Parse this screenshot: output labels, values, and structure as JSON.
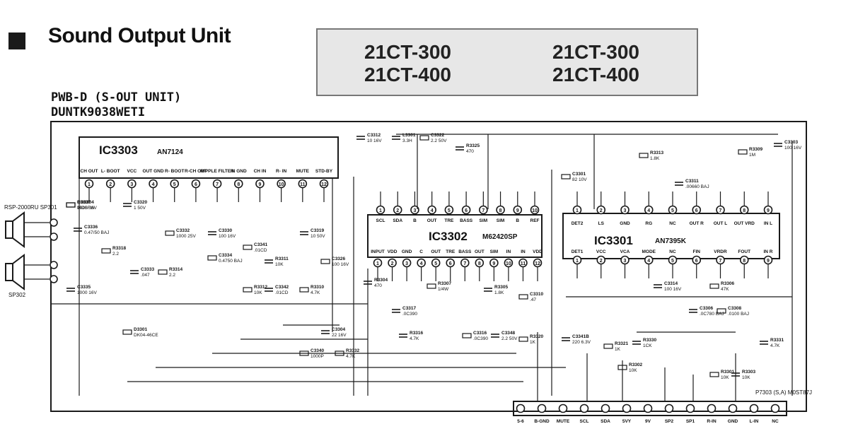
{
  "header": {
    "title": "Sound Output Unit",
    "models_left": [
      "21CT-300",
      "21CT-400"
    ],
    "models_right": [
      "21CT-300",
      "21CT-400"
    ]
  },
  "board": {
    "pwb_line1": "PWB-D (S-OUT UNIT)",
    "pwb_line2": "DUNTK9038WETI"
  },
  "ics": {
    "ic3303": {
      "name": "IC3303",
      "part": "AN7124"
    },
    "ic3302": {
      "name": "IC3302",
      "part": "M62420SP"
    },
    "ic3301": {
      "name": "IC3301",
      "part": "AN7395K"
    }
  },
  "ic3303_pins": [
    "CH OUT",
    "L- BOOT",
    "VCC",
    "OUT GND",
    "R- BOOT",
    "R-CH OUT",
    "RIPPLE FILTER",
    "IN GND",
    "CH IN",
    "R- IN",
    "MUTE",
    "STD-BY"
  ],
  "ic3302_pins_top": [
    "SCL",
    "SDA",
    "B",
    "OUT",
    "TRE",
    "BASS",
    "SIM",
    "SIM",
    "B",
    "REF"
  ],
  "ic3302_pins_bottom": [
    "INPUT",
    "VDD",
    "GND",
    "C",
    "OUT",
    "TRE",
    "BASS",
    "OUT",
    "SIM",
    "IN",
    "IN",
    "VDD"
  ],
  "ic3301_pins_top": [
    "DET2",
    "LS",
    "GND",
    "RG",
    "NC",
    "OUT R",
    "OUT L",
    "OUT VRD",
    "IN L"
  ],
  "ic3301_pins_bottom": [
    "DET1",
    "VCC",
    "VCA",
    "MODE",
    "NC",
    "FIN",
    "VRDR",
    "FOUT",
    "IN R"
  ],
  "components": [
    {
      "ref": "C3337",
      "value": "1000 16V"
    },
    {
      "ref": "C3336",
      "value": "0.47/50 BAJ"
    },
    {
      "ref": "R3318",
      "value": "2.2"
    },
    {
      "ref": "C3333",
      "value": ".047"
    },
    {
      "ref": "R3314",
      "value": "2.2"
    },
    {
      "ref": "C3335",
      "value": "1000 16V"
    },
    {
      "ref": "C3332",
      "value": "1000 25V"
    },
    {
      "ref": "C3330",
      "value": "100 16V"
    },
    {
      "ref": "C3334",
      "value": "0.4750 BAJ"
    },
    {
      "ref": "C3320",
      "value": "1 50V"
    },
    {
      "ref": "C3341",
      "value": ".01CD"
    },
    {
      "ref": "R3311",
      "value": "10K"
    },
    {
      "ref": "R3312",
      "value": "10K"
    },
    {
      "ref": "C3342",
      "value": ".01CD"
    },
    {
      "ref": "R3310",
      "value": "4.7K"
    },
    {
      "ref": "C3319",
      "value": "10 50V"
    },
    {
      "ref": "C3326",
      "value": "100 16V"
    },
    {
      "ref": "R3304",
      "value": "470"
    },
    {
      "ref": "R3307",
      "value": "1/4W"
    },
    {
      "ref": "R3305",
      "value": "1.8K"
    },
    {
      "ref": "C3310",
      "value": ".47"
    },
    {
      "ref": "C3317",
      "value": ".0C390"
    },
    {
      "ref": "C3316",
      "value": ".0C390"
    },
    {
      "ref": "C3348",
      "value": "2.2 50V"
    },
    {
      "ref": "R3320",
      "value": "1K"
    },
    {
      "ref": "C3341B",
      "value": "220 6.3V"
    },
    {
      "ref": "R3321",
      "value": "1K"
    },
    {
      "ref": "C3314",
      "value": "100 16V"
    },
    {
      "ref": "R3306",
      "value": "47K"
    },
    {
      "ref": "C3306",
      "value": ".0C780 BAJ"
    },
    {
      "ref": "C3308",
      "value": ".0100 BAJ"
    },
    {
      "ref": "R3303",
      "value": "10K"
    },
    {
      "ref": "R3301",
      "value": "10K"
    },
    {
      "ref": "R3331",
      "value": "4.7K"
    },
    {
      "ref": "R3332",
      "value": "4.7K"
    },
    {
      "ref": "C3304",
      "value": "22 16V"
    },
    {
      "ref": "C3340",
      "value": "1000P"
    },
    {
      "ref": "R3316",
      "value": "4.7K"
    },
    {
      "ref": "R3302",
      "value": "10K"
    },
    {
      "ref": "R3330",
      "value": "1CK"
    },
    {
      "ref": "D3301",
      "value": "DK04-46CE"
    },
    {
      "ref": "L3301",
      "value": "3.3H"
    },
    {
      "ref": "C3322",
      "value": "2.2 50V"
    },
    {
      "ref": "R3325",
      "value": "470"
    },
    {
      "ref": "R3313",
      "value": "1.8K"
    },
    {
      "ref": "C3311",
      "value": ".00660 BAJ"
    },
    {
      "ref": "R3309",
      "value": "1M"
    },
    {
      "ref": "C3303",
      "value": "100 16V"
    },
    {
      "ref": "C3301",
      "value": "82 10V"
    },
    {
      "ref": "C3312",
      "value": "10 16V"
    },
    {
      "ref": "RD3304",
      "value": "MOSFW"
    }
  ],
  "speakers": [
    {
      "ref": "SP301",
      "label": "RSP-2000RU SP301"
    },
    {
      "ref": "SP302",
      "label": "SP302"
    }
  ],
  "connector": {
    "ref": "P7303 (S,A) M0ST87J",
    "pins": [
      "5-6",
      "B-GND",
      "MUTE",
      "SCL",
      "SDA",
      "5VY",
      "9V",
      "SP2",
      "SP1",
      "R-IN",
      "GND",
      "L-IN",
      "NC"
    ]
  },
  "colors": {
    "ink": "#1a1a1a",
    "model_box": "#e7e7e7",
    "paper": "#ffffff"
  }
}
